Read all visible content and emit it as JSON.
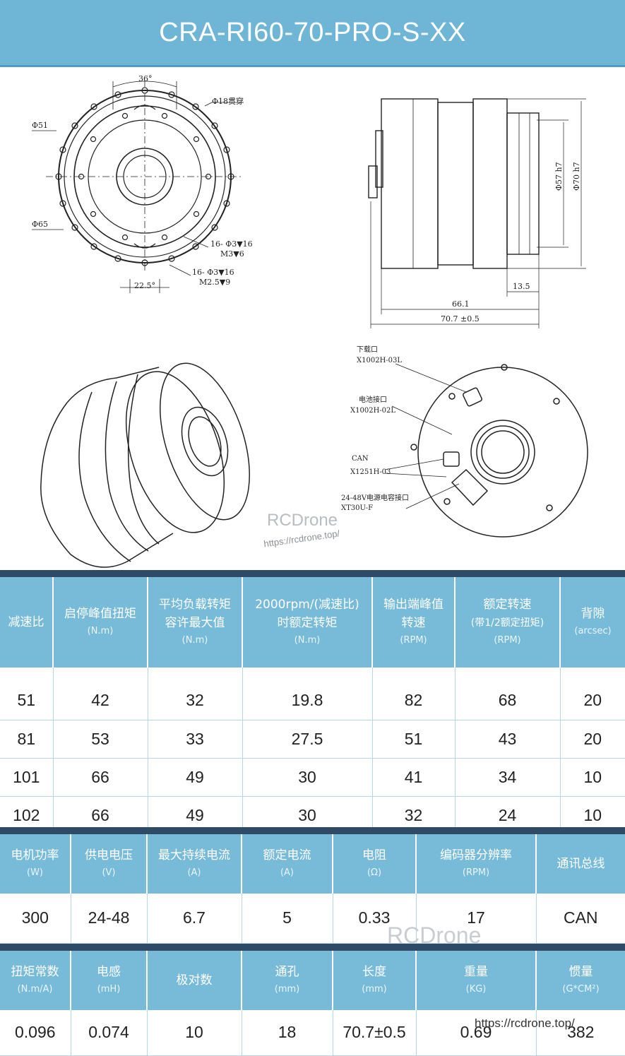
{
  "title": "CRA-RI60-70-PRO-S-XX",
  "drawing": {
    "dim_36": "36°",
    "dim_18_through": "Φ18贯穿",
    "dim_51": "Φ51",
    "dim_65": "Φ65",
    "dim_16_m3": "16- Φ3▼16",
    "dim_16_m3_sub": "M3▼6",
    "dim_16_m25": "16- Φ3▼16",
    "dim_16_m25_sub": "M2.5▼9",
    "dim_22_5": "22.5°",
    "dim_57": "Φ57 h7",
    "dim_70": "Φ70 h7",
    "dim_13_5": "13.5",
    "dim_66_1": "66.1",
    "dim_70_7": "70.7 ±0.5",
    "port1_label": "下载口",
    "port1_part": "X1002H-03L",
    "port2_label": "电池接口",
    "port2_part": "X1002H-02L",
    "port3_label": "CAN",
    "port3_part": "X1251H-03",
    "port4_label": "24-48V电源电容接口",
    "port4_part": "XT30U-F"
  },
  "watermarks": {
    "brand": "RCDrone",
    "url": "https://rcdrone.top/"
  },
  "table1": {
    "headers": [
      {
        "main": "减速比",
        "main2": "",
        "unit": ""
      },
      {
        "main": "启停峰值扭矩",
        "main2": "",
        "unit": "(N.m)"
      },
      {
        "main": "平均负载转矩",
        "main2": "容许最大值",
        "unit": "(N.m)"
      },
      {
        "main": "2000rpm/(减速比)",
        "main2": "时额定转矩",
        "unit": "(N.m)"
      },
      {
        "main": "输出端峰值",
        "main2": "转速",
        "unit": "(RPM)"
      },
      {
        "main": "额定转速",
        "main2": "(带1/2额定扭矩)",
        "unit": "(RPM)"
      },
      {
        "main": "背隙",
        "main2": "",
        "unit": "(arcsec)"
      }
    ],
    "rows": [
      [
        "51",
        "42",
        "32",
        "19.8",
        "82",
        "68",
        "20"
      ],
      [
        "81",
        "53",
        "33",
        "27.5",
        "51",
        "43",
        "20"
      ],
      [
        "101",
        "66",
        "49",
        "30",
        "41",
        "34",
        "10"
      ],
      [
        "102",
        "66",
        "49",
        "30",
        "32",
        "24",
        "10"
      ]
    ]
  },
  "table2": {
    "headers": [
      {
        "main": "电机功率",
        "unit": "(W)"
      },
      {
        "main": "供电电压",
        "unit": "(V)"
      },
      {
        "main": "最大持续电流",
        "unit": "(A)"
      },
      {
        "main": "额定电流",
        "unit": "(A)"
      },
      {
        "main": "电阻",
        "unit": "(Ω)"
      },
      {
        "main": "编码器分辨率",
        "unit": "(RPM)"
      },
      {
        "main": "通讯总线",
        "unit": ""
      }
    ],
    "row": [
      "300",
      "24-48",
      "6.7",
      "5",
      "0.33",
      "17",
      "CAN"
    ]
  },
  "table3": {
    "headers": [
      {
        "main": "扭矩常数",
        "unit": "(N.m/A)"
      },
      {
        "main": "电感",
        "unit": "(mH)"
      },
      {
        "main": "极对数",
        "unit": ""
      },
      {
        "main": "通孔",
        "unit": "(mm)"
      },
      {
        "main": "长度",
        "unit": "(mm)"
      },
      {
        "main": "重量",
        "unit": "(KG)"
      },
      {
        "main": "惯量",
        "unit": "(G*CM²)"
      }
    ],
    "row": [
      "0.096",
      "0.074",
      "10",
      "18",
      "70.7±0.5",
      "0.69",
      "382"
    ]
  }
}
